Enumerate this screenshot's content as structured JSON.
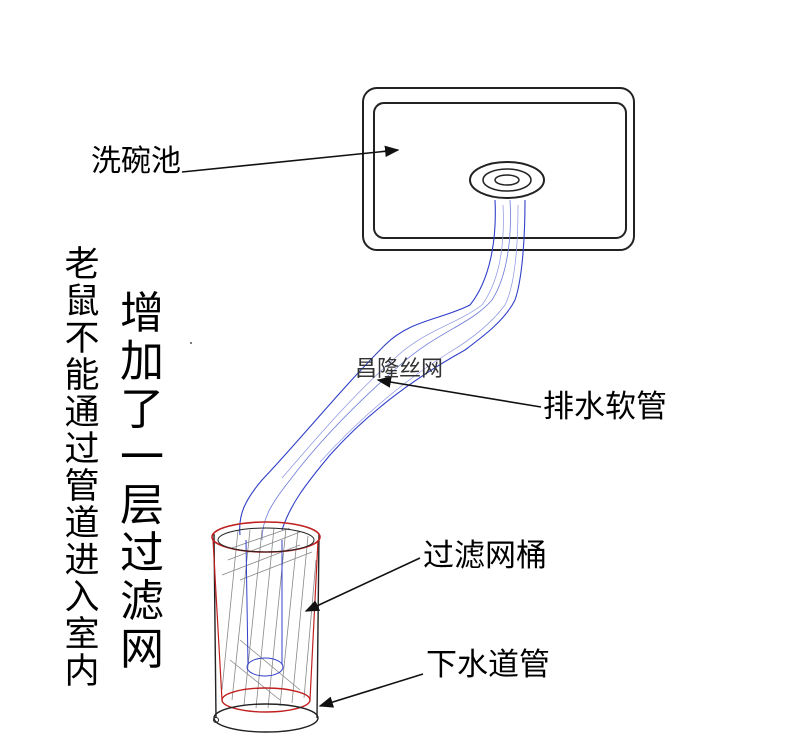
{
  "labels": {
    "sink": "洗碗池",
    "drain_hose": "排水软管",
    "filter_bucket": "过滤网桶",
    "sewer_pipe": "下水道管",
    "watermark": "昌隆丝网"
  },
  "vertical_texts": {
    "left": "老鼠不能通过管道进入室内",
    "middle": "增加了一层过滤网"
  }
}
